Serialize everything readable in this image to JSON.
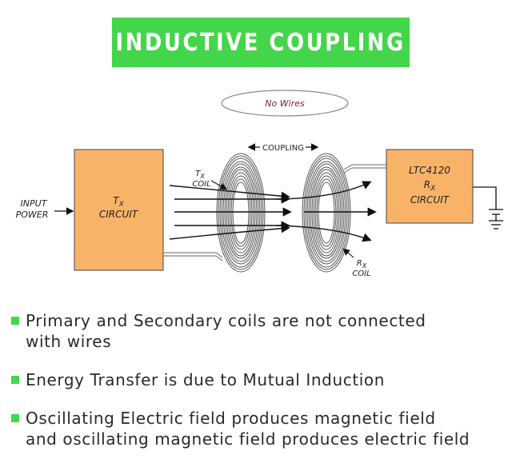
{
  "banner": {
    "title": "INDUCTIVE COUPLING",
    "color": "#43d64a"
  },
  "diagram": {
    "no_wires_label": "No Wires",
    "coupling_label": "COUPLING",
    "input_power_line1": "INPUT",
    "input_power_line2": "POWER",
    "tx_circuit_line1": "T",
    "tx_circuit_sub": "X",
    "tx_circuit_line2": "CIRCUIT",
    "rx_circuit_line1": "LTC4120",
    "rx_circuit_line2": "R",
    "rx_circuit_sub": "X",
    "rx_circuit_line3": "CIRCUIT",
    "tx_coil_line1": "T",
    "tx_coil_sub": "X",
    "tx_coil_line2": "COIL",
    "rx_coil_line1": "R",
    "rx_coil_sub": "X",
    "rx_coil_line2": "COIL",
    "circuit_box_color": "#f9b369",
    "no_wires_color": "#7a1f3a"
  },
  "bullets": [
    {
      "text": "Primary and Secondary coils are not connected\nwith wires"
    },
    {
      "text": "Energy Transfer is due to Mutual Induction"
    },
    {
      "text": "Oscillating Electric field produces magnetic field\nand oscillating magnetic field produces electric field"
    }
  ],
  "bullet_color": "#3fd94a"
}
